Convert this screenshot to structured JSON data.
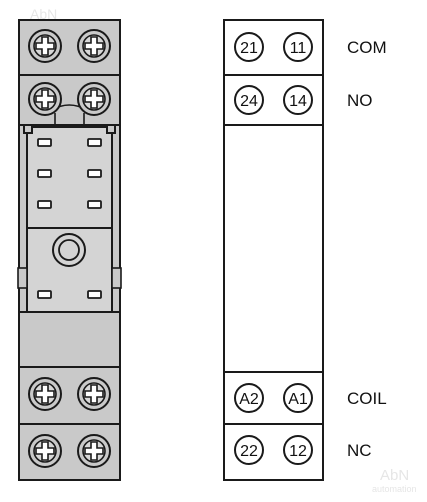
{
  "watermark": {
    "top_left": "AbN",
    "bottom_brand": "AbN",
    "bottom_sub": "automation"
  },
  "colors": {
    "socket_fill": "#c9c9c9",
    "socket_dark": "#9a9a9a",
    "outline": "#1a1a1a",
    "diagram_fill": "#ffffff"
  },
  "icons": {
    "screw": "cross-screw-icon",
    "pin": "socket-pin-icon",
    "latch": "release-latch-icon"
  },
  "terminal_rows": [
    {
      "left": "21",
      "right": "11",
      "label": "COM"
    },
    {
      "left": "24",
      "right": "14",
      "label": "NO"
    },
    {
      "left": "A2",
      "right": "A1",
      "label": "COIL"
    },
    {
      "left": "22",
      "right": "12",
      "label": "NC"
    }
  ]
}
